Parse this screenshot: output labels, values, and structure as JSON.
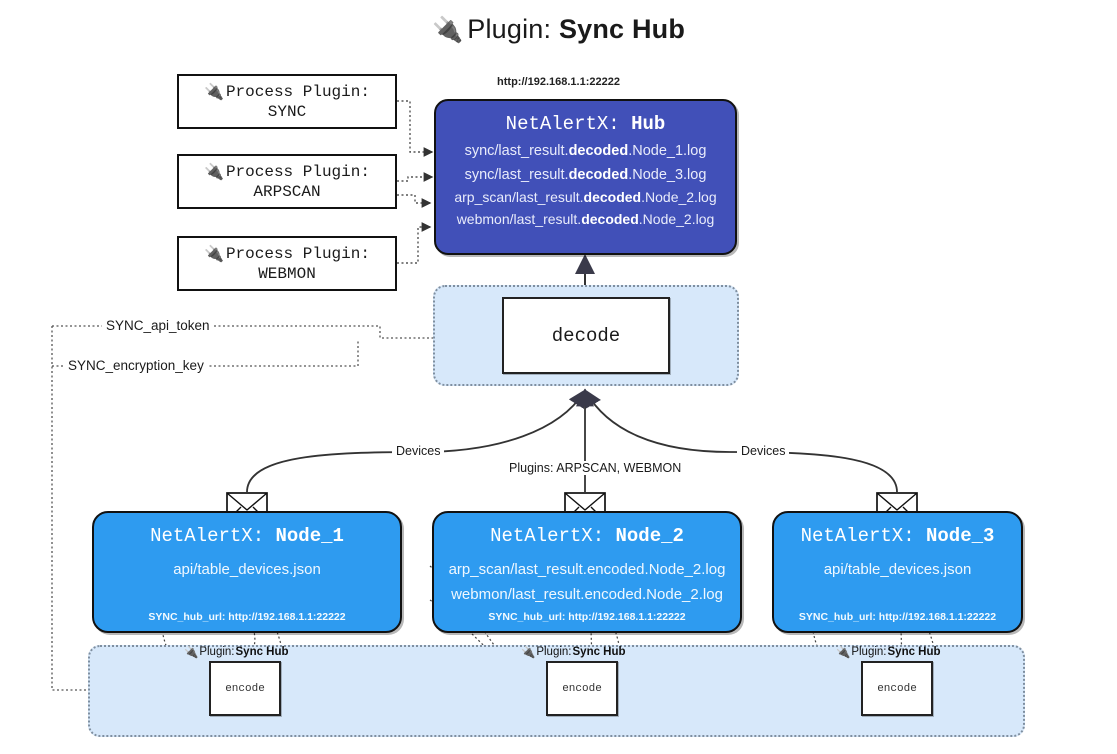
{
  "header": {
    "plug_icon": "plug-icon",
    "prefix": "Plugin: ",
    "title": "Sync Hub",
    "hub_url": "http://192.168.1.1:22222"
  },
  "process_plugins": [
    {
      "line1": "Process Plugin:",
      "line2": "SYNC"
    },
    {
      "line1": "Process Plugin:",
      "line2": "ARPSCAN"
    },
    {
      "line1": "Process Plugin:",
      "line2": "WEBMON"
    }
  ],
  "hub": {
    "prefix": "NetAlertX: ",
    "name": "Hub",
    "logs": [
      {
        "pre": "sync/last_result.",
        "bold": "decoded",
        "post": ".Node_1.log"
      },
      {
        "pre": "sync/last_result.",
        "bold": "decoded",
        "post": ".Node_3.log"
      },
      {
        "pre": "arp_scan/last_result.",
        "bold": "decoded",
        "post": ".Node_2.log"
      },
      {
        "pre": "webmon/last_result.",
        "bold": "decoded",
        "post": ".Node_2.log"
      }
    ]
  },
  "decode": {
    "label": "decode"
  },
  "settings": {
    "api_token": "SYNC_api_token",
    "encryption_key": "SYNC_encryption_key"
  },
  "edges": {
    "devices_left": "Devices",
    "devices_right": "Devices",
    "plugins_middle": "Plugins: ARPSCAN, WEBMON"
  },
  "nodes": [
    {
      "prefix": "NetAlertX: ",
      "name": "Node_1",
      "lines": [
        "api/table_devices.json"
      ],
      "hub_url_label": "SYNC_hub_url: http://192.168.1.1:22222"
    },
    {
      "prefix": "NetAlertX: ",
      "name": "Node_2",
      "lines": [
        "arp_scan/last_result.encoded.Node_2.log",
        "webmon/last_result.encoded.Node_2.log"
      ],
      "hub_url_label": "SYNC_hub_url: http://192.168.1.1:22222"
    },
    {
      "prefix": "NetAlertX: ",
      "name": "Node_3",
      "lines": [
        "api/table_devices.json"
      ],
      "hub_url_label": "SYNC_hub_url: http://192.168.1.1:22222"
    }
  ],
  "encoders": [
    {
      "plugin_prefix": "Plugin: ",
      "plugin_name": "Sync Hub",
      "label": "encode"
    },
    {
      "plugin_prefix": "Plugin: ",
      "plugin_name": "Sync Hub",
      "label": "encode"
    },
    {
      "plugin_prefix": "Plugin: ",
      "plugin_name": "Sync Hub",
      "label": "encode"
    }
  ],
  "colors": {
    "hub_blue": "#4150b8",
    "node_blue": "#2e9bf0",
    "container_blue": "#d7e8fa",
    "stroke": "#111111"
  }
}
